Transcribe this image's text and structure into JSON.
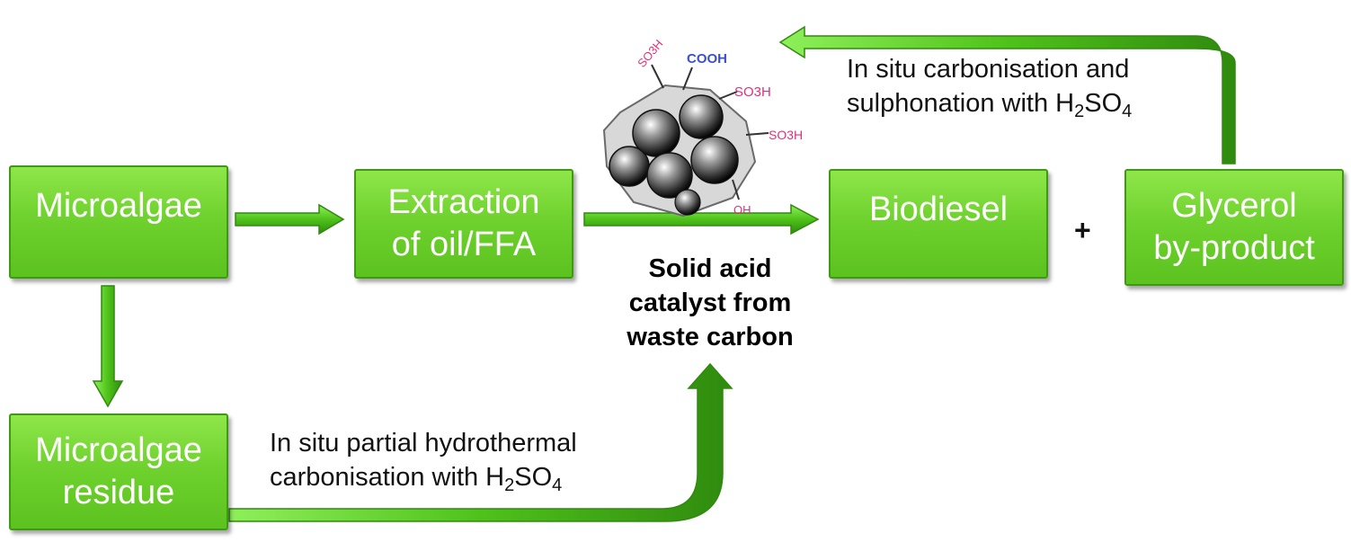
{
  "boxes": {
    "microalgae": "Microalgae",
    "extraction": {
      "line1": "Extraction",
      "line2": "of oil/FFA"
    },
    "biodiesel": "Biodiesel",
    "glycerol": {
      "line1": "Glycerol",
      "line2": "by-product"
    },
    "residue": {
      "line1": "Microalgae",
      "line2": "residue"
    }
  },
  "plus": "+",
  "catalyst_label": {
    "line1": "Solid acid",
    "line2": "catalyst from",
    "line3": "waste carbon"
  },
  "top_process": {
    "line1": "In situ carbonisation and",
    "line2_prefix": "sulphonation with H",
    "sub1": "2",
    "mid": "SO",
    "sub2": "4"
  },
  "bottom_process": {
    "line1": "In situ partial hydrothermal",
    "line2_prefix": "carbonisation with H",
    "sub1": "2",
    "mid": "SO",
    "sub2": "4"
  },
  "molecule": {
    "labels": [
      "SO3H",
      "COOH",
      "SO3H",
      "SO3H",
      "OH"
    ],
    "colors": {
      "sulfonic": "#e0307a",
      "carboxyl": "#3c4fd0",
      "hydroxyl": "#e0307a"
    }
  },
  "colors": {
    "box_fill": "#6fd22e",
    "box_border": "#3e9a12",
    "arrow": "#4fc21a",
    "arrow_edge": "#2f8a0e"
  }
}
